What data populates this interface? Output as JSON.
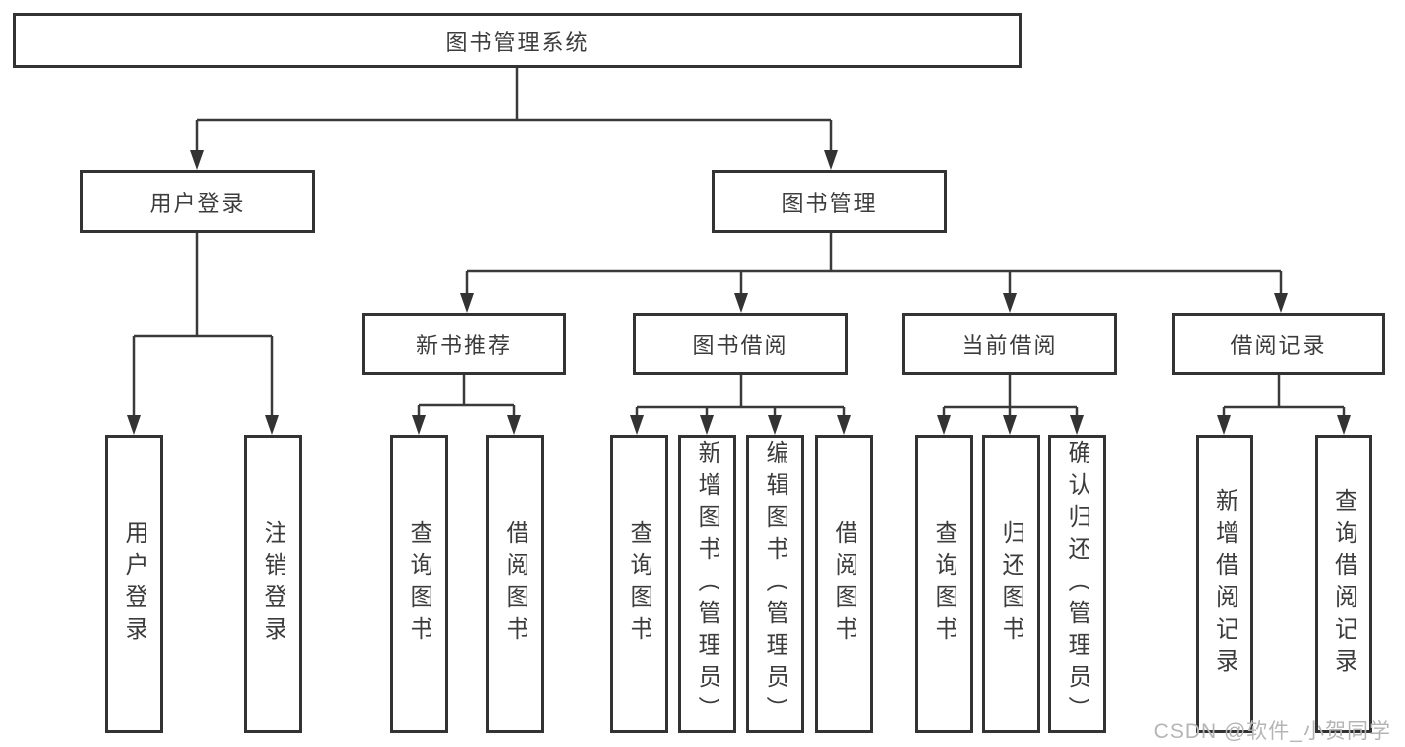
{
  "diagram": {
    "title": "图书管理系统",
    "branches": {
      "user_login": {
        "label": "用户登录",
        "children": [
          "用户登录",
          "注销登录"
        ]
      },
      "book_mgmt": {
        "label": "图书管理",
        "groups": [
          {
            "label": "新书推荐",
            "children": [
              "查询图书",
              "借阅图书"
            ]
          },
          {
            "label": "图书借阅",
            "children": [
              "查询图书",
              "新增图书（管理员）",
              "编辑图书（管理员）",
              "借阅图书"
            ]
          },
          {
            "label": "当前借阅",
            "children": [
              "查询图书",
              "归还图书",
              "确认归还（管理员）"
            ]
          },
          {
            "label": "借阅记录",
            "children": [
              "新增借阅记录",
              "查询借阅记录"
            ]
          }
        ]
      }
    }
  },
  "watermark": "CSDN @软件_小贺同学",
  "colors": {
    "line": "#3a3a3a",
    "border": "#333333",
    "text": "#3c3c3c",
    "watermark_text": "#b5b5b5",
    "background": "#ffffff"
  }
}
